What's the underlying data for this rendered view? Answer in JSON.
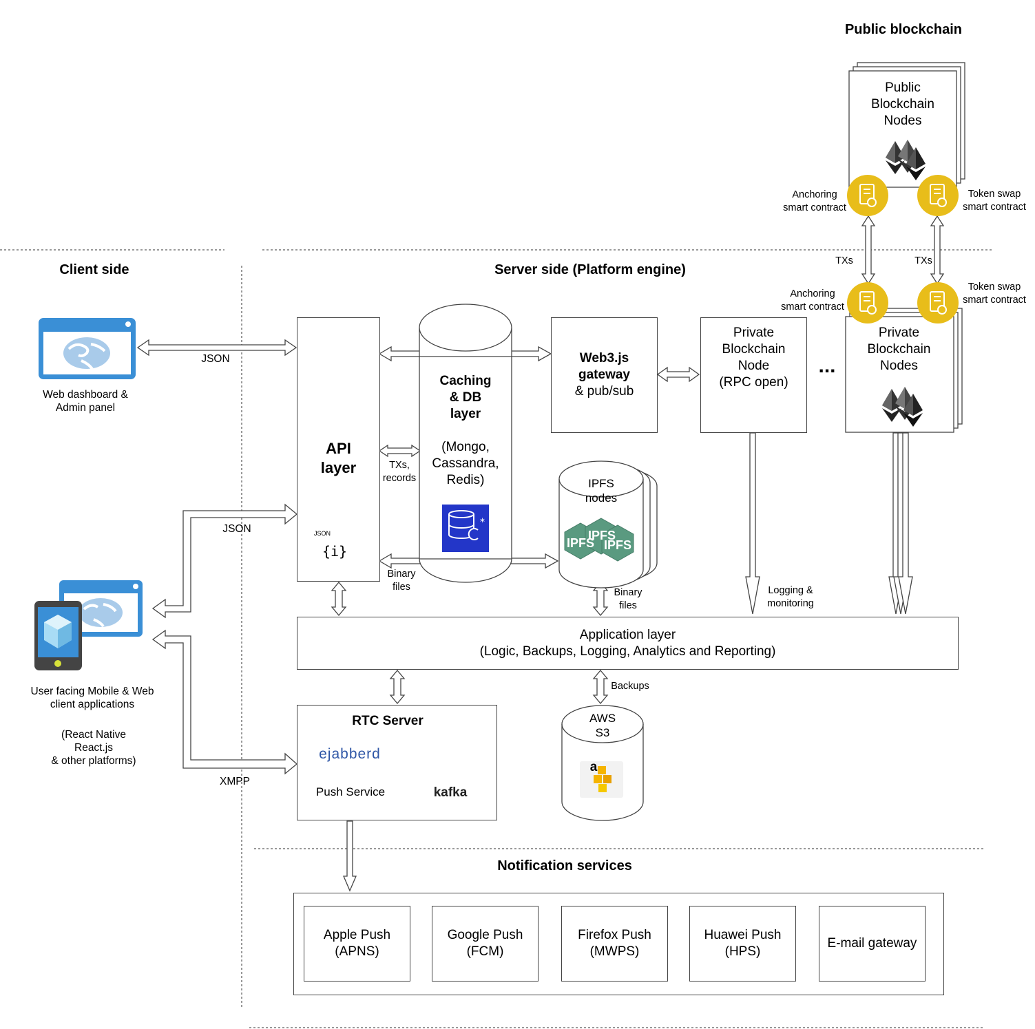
{
  "sections": {
    "public_blockchain": "Public blockchain",
    "client_side": "Client side",
    "server_side": "Server side (Platform engine)",
    "notification_services": "Notification services"
  },
  "client": {
    "web_dashboard": [
      "Web dashboard &",
      "Admin panel"
    ],
    "mobile_apps": [
      "User facing Mobile & Web",
      "client applications"
    ],
    "platforms": [
      "(React Native",
      "React.js",
      "& other platforms)"
    ]
  },
  "edges": {
    "json_top": "JSON",
    "json_mid": "JSON",
    "xmpp": "XMPP",
    "txs_records": [
      "TXs,",
      "records"
    ],
    "binary_files_db": [
      "Binary",
      "files"
    ],
    "binary_files_ipfs": [
      "Binary",
      "files"
    ],
    "logging": [
      "Logging &",
      "monitoring"
    ],
    "backups": "Backups",
    "txs_left": "TXs",
    "txs_right": "TXs"
  },
  "api_layer": {
    "title": [
      "API",
      "layer"
    ],
    "json_badge": "JSON",
    "json_glyph": "{i}"
  },
  "caching": {
    "title": [
      "Caching",
      "& DB",
      "layer"
    ],
    "sub": [
      "(Mongo,",
      "Cassandra,",
      "Redis)"
    ]
  },
  "web3": {
    "title": [
      "Web3.js",
      "gateway"
    ],
    "sub": "& pub/sub"
  },
  "private_node": [
    "Private",
    "Blockchain",
    "Node",
    "(RPC open)"
  ],
  "private_nodes": [
    "Private",
    "Blockchain",
    "Nodes"
  ],
  "ellipsis": "...",
  "public_nodes": [
    "Public",
    "Blockchain",
    "Nodes"
  ],
  "contracts": {
    "anchoring": [
      "Anchoring",
      "smart contract"
    ],
    "token_swap": [
      "Token swap",
      "smart contract"
    ]
  },
  "ipfs": {
    "title": [
      "IPFS",
      "nodes"
    ],
    "logo": "IPFS"
  },
  "app_layer": [
    "Application layer",
    "(Logic, Backups, Logging, Analytics and Reporting)"
  ],
  "rtc": {
    "title": "RTC Server",
    "ejabberd": "ejabberd",
    "push": "Push Service",
    "kafka": "kafka"
  },
  "aws": {
    "title": [
      "AWS",
      "S3"
    ],
    "logo_letter": "a"
  },
  "notifications": [
    [
      "Apple Push",
      "(APNS)"
    ],
    [
      "Google Push",
      "(FCM)"
    ],
    [
      "Firefox Push",
      "(MWPS)"
    ],
    [
      "Huawei Push",
      "(HPS)"
    ],
    [
      "E-mail gateway"
    ]
  ],
  "colors": {
    "blue": "#3a8fd6",
    "gold": "#e8bd1a",
    "teal": "#5a9a80",
    "navy": "#2336c8",
    "line": "#444444"
  }
}
